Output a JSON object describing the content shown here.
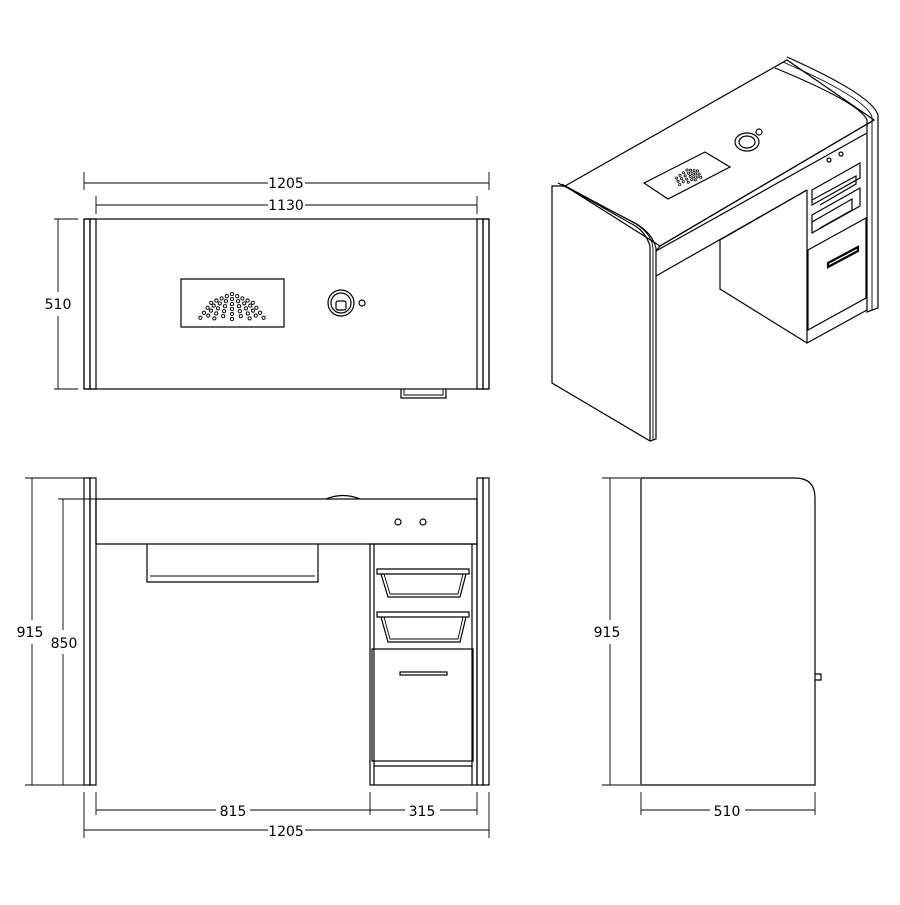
{
  "top_view": {
    "overall_width": "1205",
    "inner_width": "1130",
    "depth": "510"
  },
  "front_view": {
    "overall_height": "915",
    "inner_height": "850",
    "left_span": "815",
    "right_span": "315",
    "overall_width": "1205"
  },
  "side_view": {
    "height": "915",
    "depth": "510"
  }
}
